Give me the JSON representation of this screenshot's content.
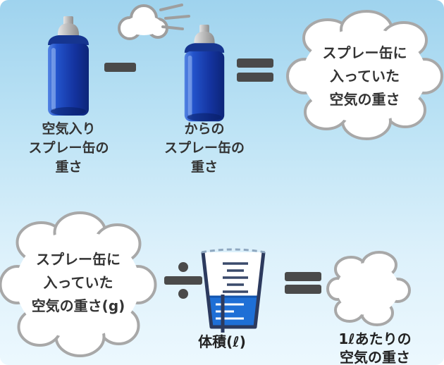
{
  "title": "空気の重さの求め方の図",
  "colors": {
    "background_top": "#9fd3ee",
    "background_bottom": "#ecf8fe",
    "operator": "#4a4a4a",
    "can_blue": "#1b44b4",
    "can_cap_gray": "#b8b8b8",
    "cloud_stroke": "#a8a8a8",
    "cloud_fill": "#ffffff",
    "liquid_blue": "#1e6fd6",
    "cup_outline": "#2c3a5e",
    "text": "#333333"
  },
  "top_row": {
    "can1_label_lines": [
      "空気入り",
      "スプレー缶の",
      "重さ"
    ],
    "minus_symbol": "−",
    "can2_label_lines": [
      "からの",
      "スプレー缶の",
      "重さ"
    ],
    "equals_symbol": "=",
    "result_cloud_lines": [
      "スプレー缶に",
      "入っていた",
      "空気の重さ"
    ]
  },
  "bottom_row": {
    "left_cloud_lines": [
      "スプレー缶に",
      "入っていた",
      "空気の重さ(g)"
    ],
    "divide_symbol": "÷",
    "cup_label": "体積(ℓ)",
    "equals_symbol": "=",
    "result_label_lines": [
      "1ℓあたりの",
      "空気の重さ"
    ]
  }
}
